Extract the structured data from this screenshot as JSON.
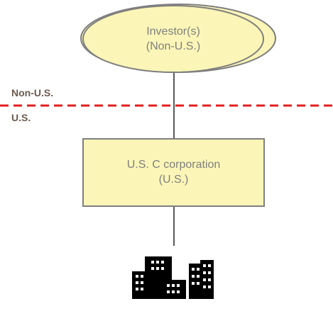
{
  "colors": {
    "shape_fill": "#fbf6b7",
    "shape_stroke": "#7f7f7f",
    "border_line": "#e41e1e",
    "label_text": "#7f7f7f",
    "side_label_text": "#6b5a4e",
    "building_icon": "#000000"
  },
  "investor": {
    "line1": "Investor(s)",
    "line2": "(Non-U.S.)"
  },
  "border": {
    "above_label": "Non-U.S.",
    "below_label": "U.S."
  },
  "corporation": {
    "line1": "U.S. C corporation",
    "line2": "(U.S.)"
  },
  "asset": {
    "icon": "buildings-icon"
  }
}
